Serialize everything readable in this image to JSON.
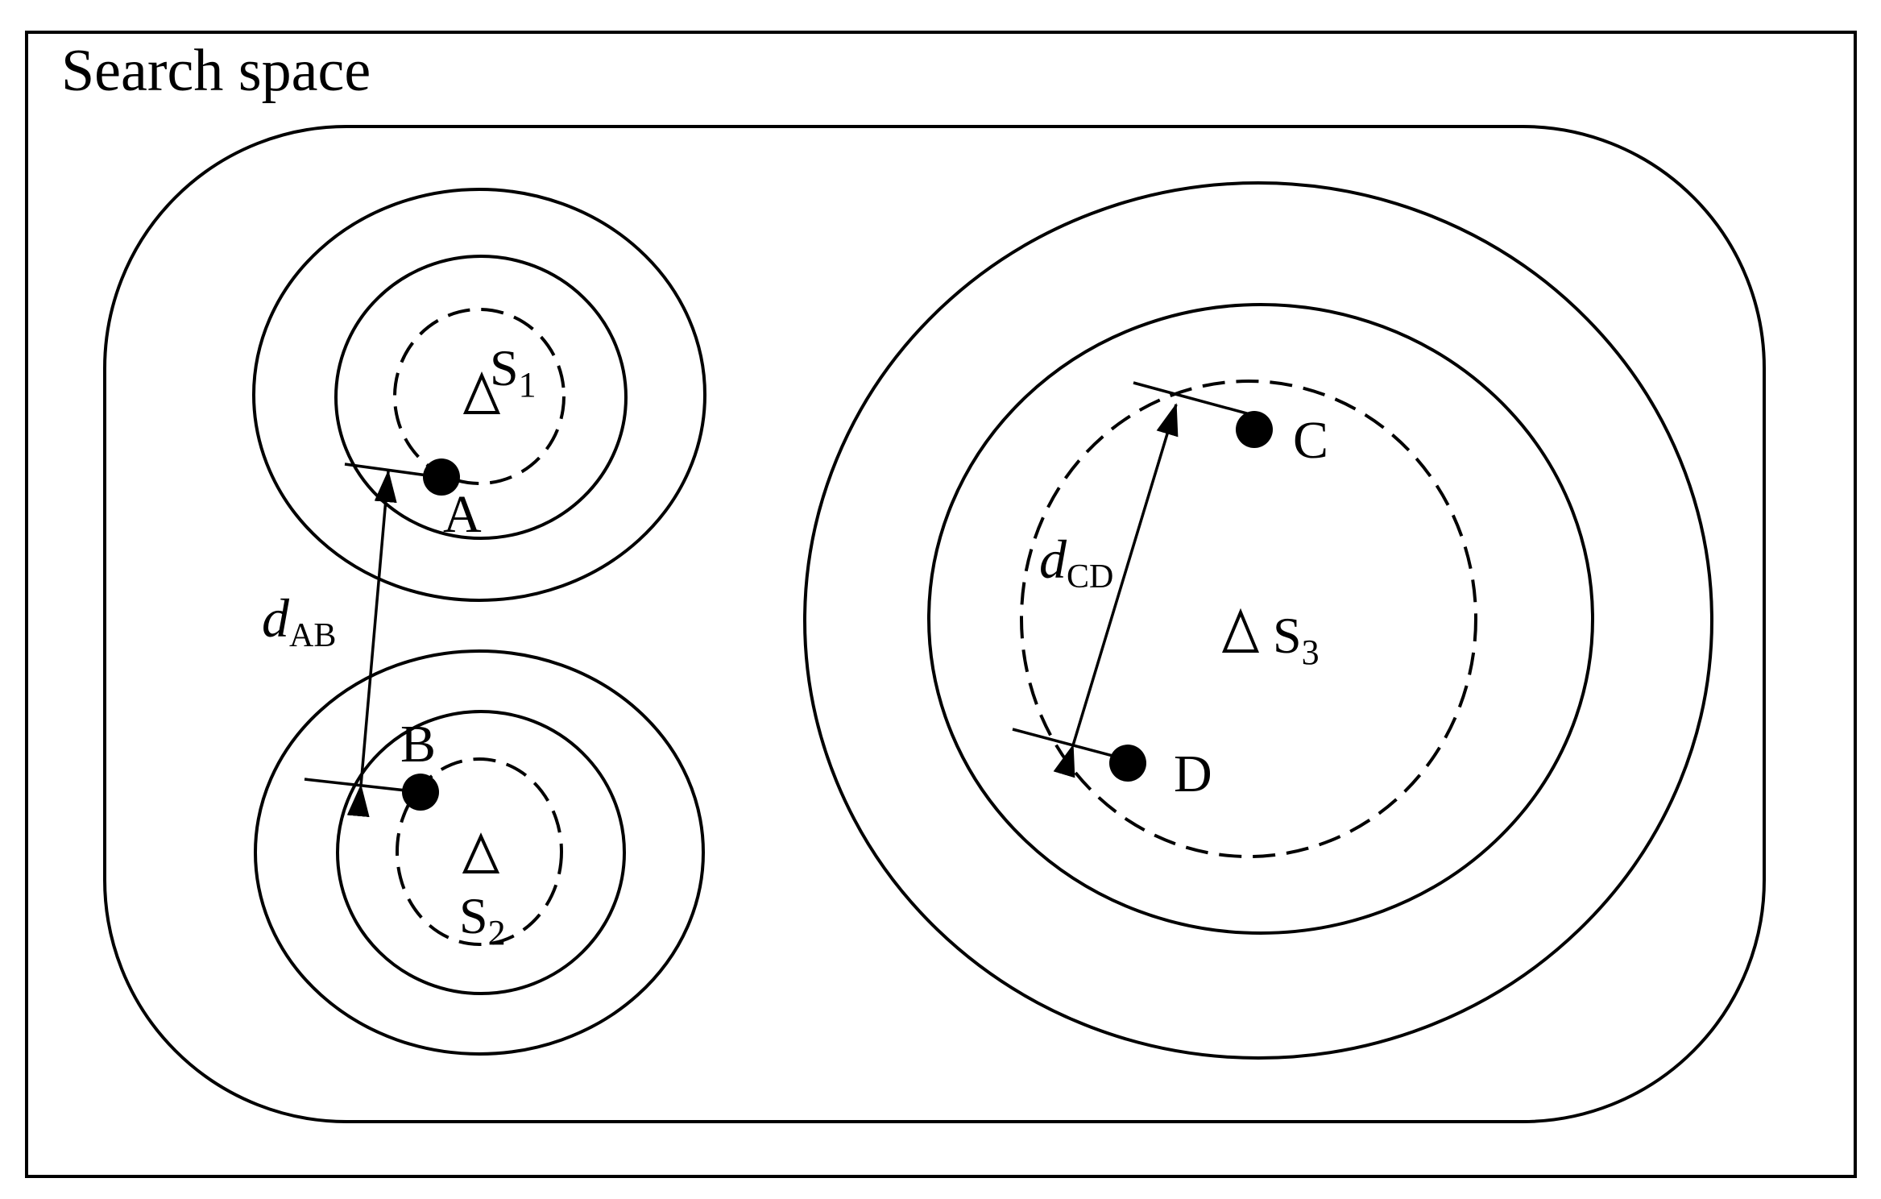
{
  "title": "Search space",
  "points": [
    {
      "id": "A",
      "label": "A"
    },
    {
      "id": "B",
      "label": "B"
    },
    {
      "id": "C",
      "label": "C"
    },
    {
      "id": "D",
      "label": "D"
    }
  ],
  "centers": [
    {
      "id": "S1",
      "label": "S",
      "sub": "1"
    },
    {
      "id": "S2",
      "label": "S",
      "sub": "2"
    },
    {
      "id": "S3",
      "label": "S",
      "sub": "3"
    }
  ],
  "distances": [
    {
      "id": "AB",
      "label": "d",
      "sub": "AB"
    },
    {
      "id": "CD",
      "label": "d",
      "sub": "CD"
    }
  ],
  "colors": {
    "stroke": "#000000",
    "background": "#ffffff"
  }
}
